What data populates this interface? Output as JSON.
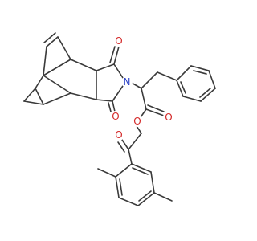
{
  "molecule": {
    "atom_labels": {
      "n1": "N",
      "o_imide_top": "O",
      "o_imide_bottom": "O",
      "o_ester_carbonyl": "O",
      "o_ester_link": "O",
      "o_ketone": "O"
    },
    "colors": {
      "bond": "#3a3a3a",
      "nitrogen": "#2f45c8",
      "oxygen": "#d42a2a",
      "background": "#ffffff"
    }
  }
}
